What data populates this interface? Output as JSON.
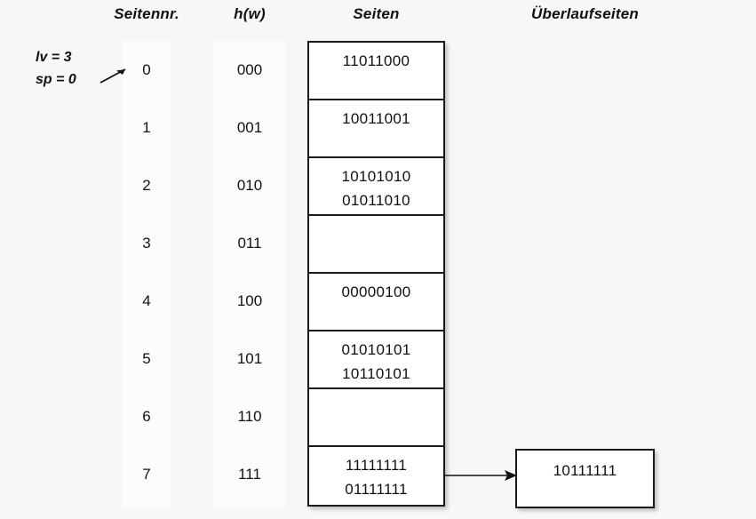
{
  "headers": {
    "seitennr": "Seitennr.",
    "hw": "h(w)",
    "seiten": "Seiten",
    "ueberlaufseiten": "Überlaufseiten"
  },
  "annotation": {
    "lv": "lv = 3",
    "sp": "sp = 0",
    "arrow_icon": "arrow-right-icon"
  },
  "colors": {
    "background": "#f7f7f7",
    "column_band": "#fcfcfc",
    "box_border": "#1a1a1a",
    "box_fill": "#ffffff",
    "text": "#111111"
  },
  "rows": [
    {
      "num": "0",
      "hash": "000",
      "entries": [
        "11011000"
      ]
    },
    {
      "num": "1",
      "hash": "001",
      "entries": [
        "10011001"
      ]
    },
    {
      "num": "2",
      "hash": "010",
      "entries": [
        "10101010",
        "01011010"
      ]
    },
    {
      "num": "3",
      "hash": "011",
      "entries": []
    },
    {
      "num": "4",
      "hash": "100",
      "entries": [
        "00000100"
      ]
    },
    {
      "num": "5",
      "hash": "101",
      "entries": [
        "01010101",
        "10110101"
      ]
    },
    {
      "num": "6",
      "hash": "110",
      "entries": []
    },
    {
      "num": "7",
      "hash": "111",
      "entries": [
        "11111111",
        "01111111"
      ]
    }
  ],
  "overflow": {
    "from_row": "7",
    "entries": [
      "10111111"
    ],
    "arrow_icon": "arrow-right-icon"
  }
}
